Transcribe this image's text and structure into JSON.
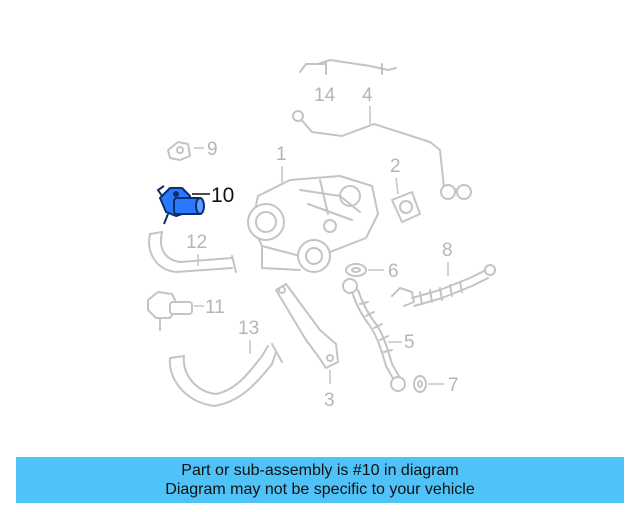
{
  "diagram": {
    "labels": {
      "p1": "1",
      "p2": "2",
      "p3": "3",
      "p4": "4",
      "p5": "5",
      "p6": "6",
      "p7": "7",
      "p8": "8",
      "p9": "9",
      "p10": "10",
      "p11": "11",
      "p12": "12",
      "p13": "13",
      "p14": "14"
    },
    "highlight_color": "#2979ff",
    "part_color": "#c4c4c4"
  },
  "banner": {
    "line1": "Part or sub-assembly is #10 in diagram",
    "line2": "Diagram may not be specific to your vehicle",
    "background": "#4fc3f7"
  }
}
